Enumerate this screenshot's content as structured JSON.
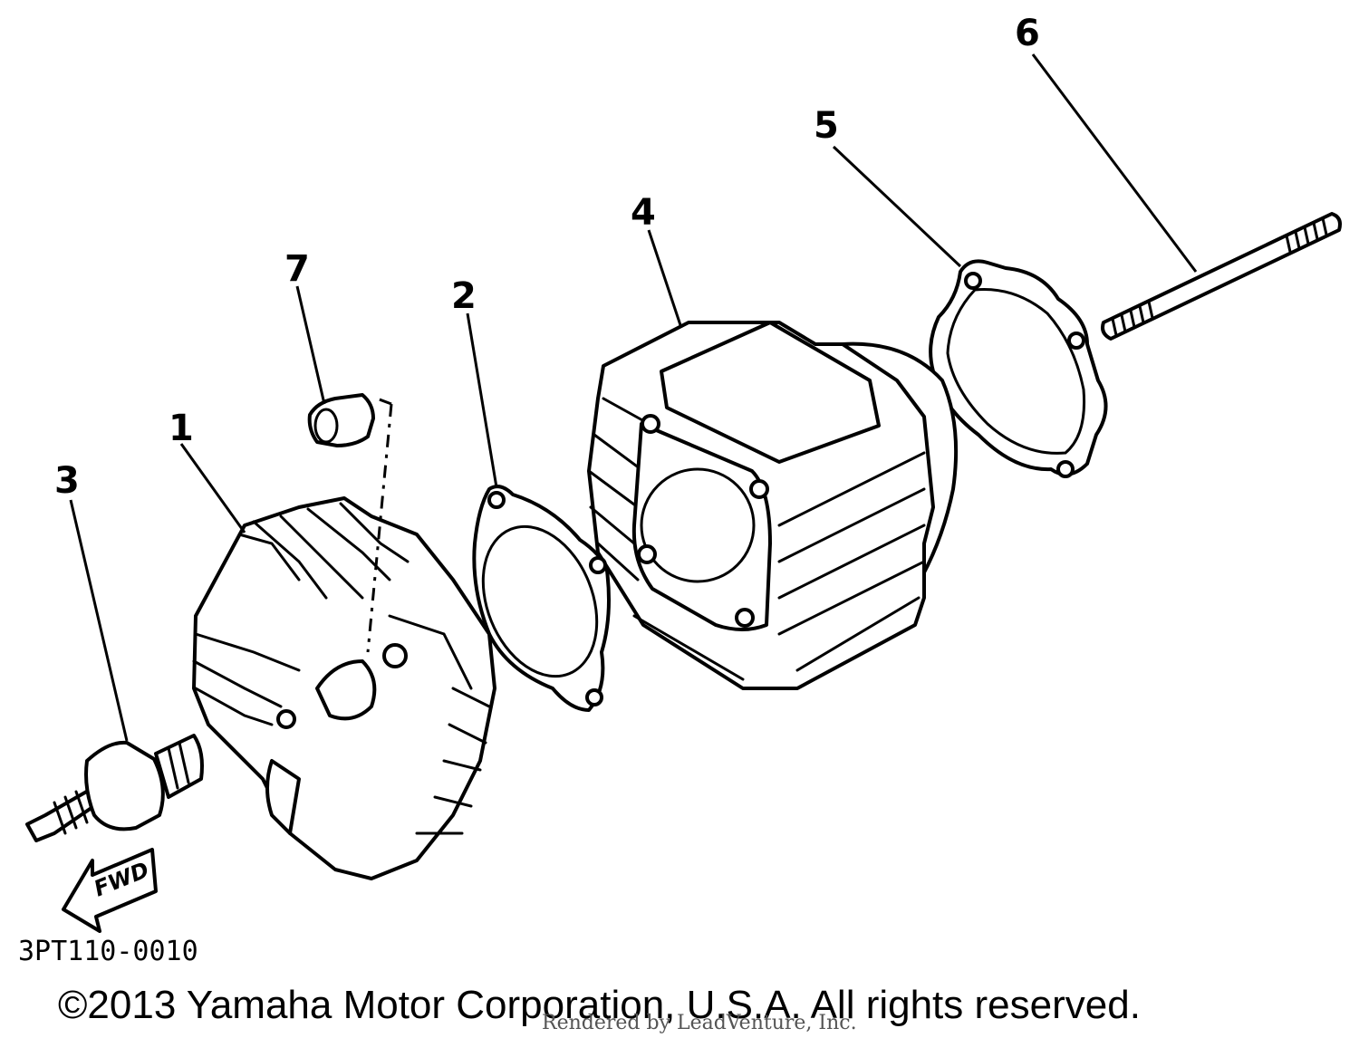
{
  "callouts": {
    "c1": "1",
    "c2": "2",
    "c3": "3",
    "c4": "4",
    "c5": "5",
    "c6": "6",
    "c7": "7"
  },
  "fwd_label": "FWD",
  "diagram_code": "3PT110-0010",
  "copyright": "©2013 Yamaha Motor Corporation, U.S.A. All rights reserved.",
  "rendered_by": "Rendered by LeadVenture, Inc."
}
